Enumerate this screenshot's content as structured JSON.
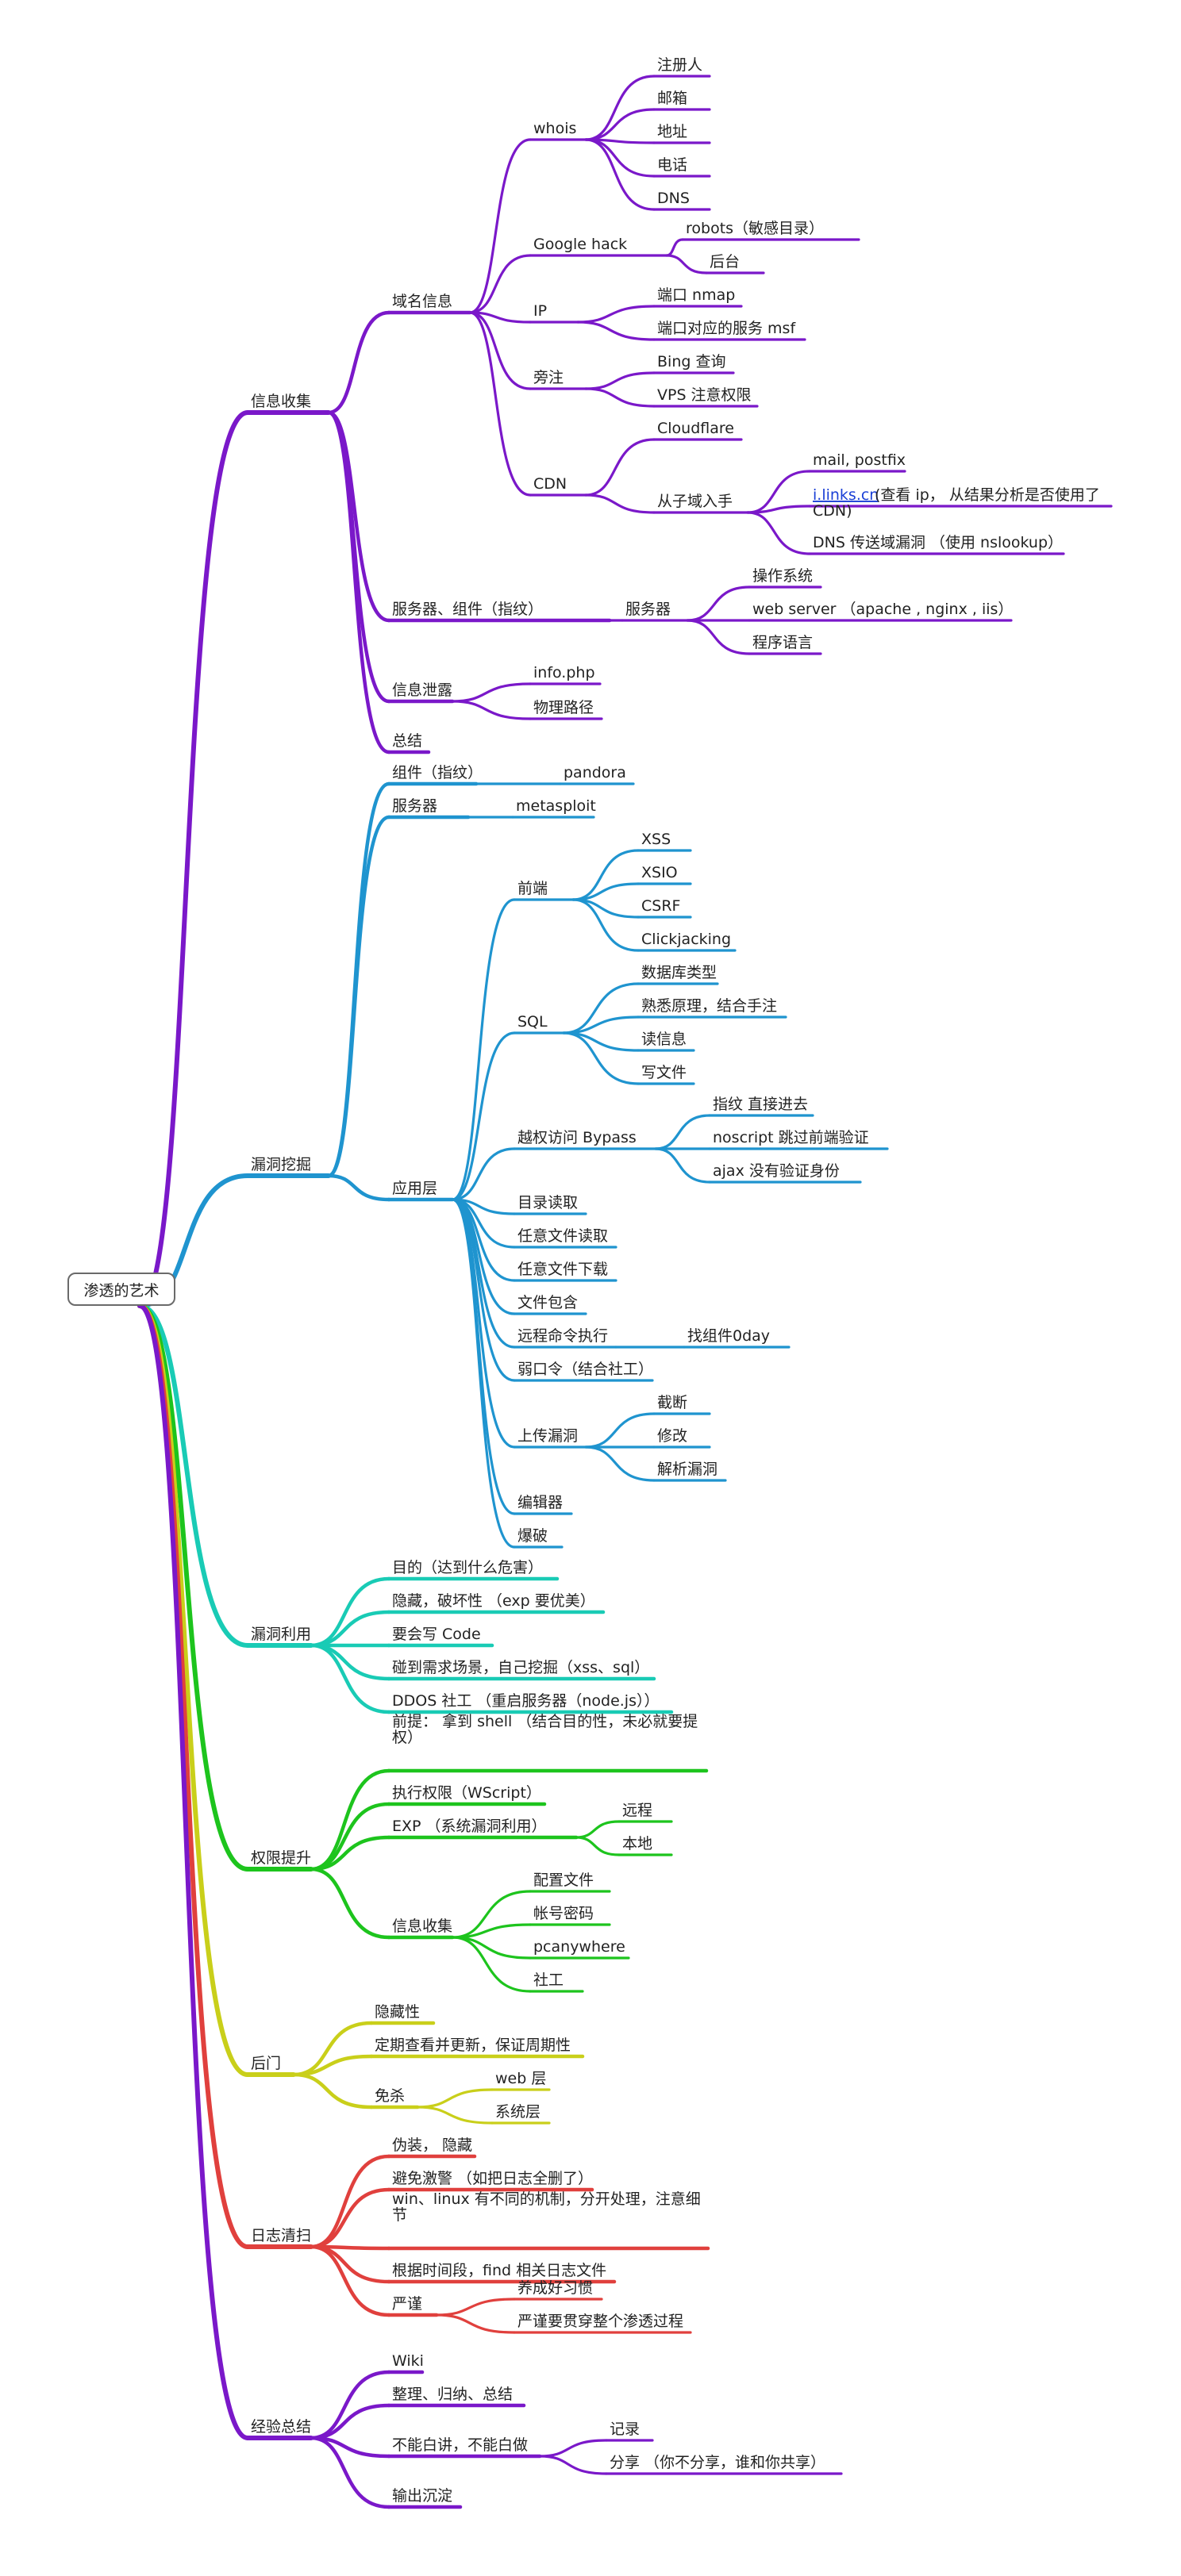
{
  "root": "渗透的艺术",
  "colors": {
    "信息收集": "#7a18c9",
    "漏洞挖掘": "#1f94cf",
    "漏洞利用": "#19cbb5",
    "权限提升": "#1dc41d",
    "后门": "#c9cf1a",
    "日志清扫": "#e0403d",
    "经验总结": "#7a18c9"
  },
  "branches": [
    {
      "id": "b1",
      "label": "信息收集",
      "color": "#7a18c9",
      "children": [
        {
          "id": "b1n1",
          "label": "域名信息",
          "children": [
            {
              "id": "b1n1a",
              "label": "whois",
              "children": [
                {
                  "id": "b1n1a1",
                  "label": "注册人"
                },
                {
                  "id": "b1n1a2",
                  "label": "邮箱"
                },
                {
                  "id": "b1n1a3",
                  "label": "地址"
                },
                {
                  "id": "b1n1a4",
                  "label": "电话"
                },
                {
                  "id": "b1n1a5",
                  "label": "DNS"
                }
              ]
            },
            {
              "id": "b1n1b",
              "label": "Google hack",
              "children": [
                {
                  "id": "b1n1b1",
                  "label": "robots（敏感目录）"
                },
                {
                  "id": "b1n1b2",
                  "label": "后台"
                }
              ]
            },
            {
              "id": "b1n1c",
              "label": "IP",
              "children": [
                {
                  "id": "b1n1c1",
                  "label": "端口 nmap"
                },
                {
                  "id": "b1n1c2",
                  "label": "端口对应的服务 msf"
                }
              ]
            },
            {
              "id": "b1n1d",
              "label": "旁注",
              "children": [
                {
                  "id": "b1n1d1",
                  "label": "Bing 查询"
                },
                {
                  "id": "b1n1d2",
                  "label": "VPS 注意权限"
                }
              ]
            },
            {
              "id": "b1n1e",
              "label": "CDN",
              "children": [
                {
                  "id": "b1n1e1",
                  "label": "Cloudflare"
                },
                {
                  "id": "b1n1e2",
                  "label": "从子域入手",
                  "children": [
                    {
                      "id": "b1n1e2a",
                      "label": "mail, postfix"
                    },
                    {
                      "id": "b1n1e2b",
                      "label": "i.links.cn",
                      "rest": " (查看 ip， 从结果分析是否使用了",
                      "line2": "CDN)"
                    },
                    {
                      "id": "b1n1e2c",
                      "label": "DNS 传送域漏洞 （使用 nslookup）"
                    }
                  ]
                }
              ]
            }
          ]
        },
        {
          "id": "b1n2",
          "label": "服务器、组件（指纹）",
          "children": [
            {
              "id": "b1n2a",
              "label": "服务器",
              "children": [
                {
                  "id": "b1n2a1",
                  "label": "操作系统"
                },
                {
                  "id": "b1n2a2",
                  "label": "web server （apache , nginx , iis）"
                },
                {
                  "id": "b1n2a3",
                  "label": "程序语言"
                }
              ]
            }
          ]
        },
        {
          "id": "b1n3",
          "label": "信息泄露",
          "children": [
            {
              "id": "b1n3a",
              "label": "info.php"
            },
            {
              "id": "b1n3b",
              "label": "物理路径"
            }
          ]
        },
        {
          "id": "b1n4",
          "label": "总结"
        }
      ]
    },
    {
      "id": "b2",
      "label": "漏洞挖掘",
      "color": "#1f94cf",
      "children": [
        {
          "id": "b2n1",
          "label": "组件（指纹）",
          "children": [
            {
              "id": "b2n1a",
              "label": "pandora"
            }
          ]
        },
        {
          "id": "b2n2",
          "label": "服务器",
          "children": [
            {
              "id": "b2n2a",
              "label": "metasploit"
            }
          ]
        },
        {
          "id": "b2n3",
          "label": "应用层",
          "children": [
            {
              "id": "b2n3a",
              "label": "前端",
              "children": [
                {
                  "id": "b2n3a1",
                  "label": "XSS"
                },
                {
                  "id": "b2n3a2",
                  "label": "XSIO"
                },
                {
                  "id": "b2n3a3",
                  "label": "CSRF"
                },
                {
                  "id": "b2n3a4",
                  "label": "Clickjacking"
                }
              ]
            },
            {
              "id": "b2n3b",
              "label": "SQL",
              "children": [
                {
                  "id": "b2n3b1",
                  "label": "数据库类型"
                },
                {
                  "id": "b2n3b2",
                  "label": "熟悉原理，结合手注"
                },
                {
                  "id": "b2n3b3",
                  "label": "读信息"
                },
                {
                  "id": "b2n3b4",
                  "label": "写文件"
                }
              ]
            },
            {
              "id": "b2n3c",
              "label": "越权访问 Bypass",
              "children": [
                {
                  "id": "b2n3c1",
                  "label": "指纹 直接进去"
                },
                {
                  "id": "b2n3c2",
                  "label": "noscript  跳过前端验证"
                },
                {
                  "id": "b2n3c3",
                  "label": "ajax 没有验证身份"
                }
              ]
            },
            {
              "id": "b2n3d",
              "label": "目录读取"
            },
            {
              "id": "b2n3e",
              "label": "任意文件读取"
            },
            {
              "id": "b2n3f",
              "label": "任意文件下载"
            },
            {
              "id": "b2n3g",
              "label": "文件包含"
            },
            {
              "id": "b2n3h",
              "label": "远程命令执行",
              "children": [
                {
                  "id": "b2n3h1",
                  "label": "找组件0day"
                }
              ]
            },
            {
              "id": "b2n3i",
              "label": "弱口令（结合社工）"
            },
            {
              "id": "b2n3j",
              "label": "上传漏洞",
              "children": [
                {
                  "id": "b2n3j1",
                  "label": "截断"
                },
                {
                  "id": "b2n3j2",
                  "label": "修改"
                },
                {
                  "id": "b2n3j3",
                  "label": "解析漏洞"
                }
              ]
            },
            {
              "id": "b2n3k",
              "label": "编辑器"
            },
            {
              "id": "b2n3l",
              "label": "爆破"
            }
          ]
        }
      ]
    },
    {
      "id": "b3",
      "label": "漏洞利用",
      "color": "#19cbb5",
      "children": [
        {
          "id": "b3n1",
          "label": "目的（达到什么危害）"
        },
        {
          "id": "b3n2",
          "label": "隐藏，破坏性 （exp 要优美）"
        },
        {
          "id": "b3n3",
          "label": "要会写 Code"
        },
        {
          "id": "b3n4",
          "label": "碰到需求场景，自己挖掘（xss、sql）"
        },
        {
          "id": "b3n5",
          "label": "DDOS 社工 （重启服务器（node.js））"
        }
      ]
    },
    {
      "id": "b4",
      "label": "权限提升",
      "color": "#1dc41d",
      "children": [
        {
          "id": "b4n1",
          "label": "前提： 拿到 shell （结合目的性，未必就要提",
          "line2": "权）"
        },
        {
          "id": "b4n2",
          "label": "执行权限（WScript）"
        },
        {
          "id": "b4n3",
          "label": "EXP （系统漏洞利用）",
          "children": [
            {
              "id": "b4n3a",
              "label": "远程"
            },
            {
              "id": "b4n3b",
              "label": "本地"
            }
          ]
        },
        {
          "id": "b4n4",
          "label": "信息收集",
          "children": [
            {
              "id": "b4n4a",
              "label": "配置文件"
            },
            {
              "id": "b4n4b",
              "label": "帐号密码"
            },
            {
              "id": "b4n4c",
              "label": "pcanywhere"
            },
            {
              "id": "b4n4d",
              "label": "社工"
            }
          ]
        }
      ]
    },
    {
      "id": "b5",
      "label": "后门",
      "color": "#c9cf1a",
      "children": [
        {
          "id": "b5n1",
          "label": "隐藏性"
        },
        {
          "id": "b5n2",
          "label": "定期查看并更新，保证周期性"
        },
        {
          "id": "b5n3",
          "label": "免杀",
          "children": [
            {
              "id": "b5n3a",
              "label": "web 层"
            },
            {
              "id": "b5n3b",
              "label": "系统层"
            }
          ]
        }
      ]
    },
    {
      "id": "b6",
      "label": "日志清扫",
      "color": "#e0403d",
      "children": [
        {
          "id": "b6n1",
          "label": "伪装， 隐藏"
        },
        {
          "id": "b6n2",
          "label": "避免激警 （如把日志全删了）"
        },
        {
          "id": "b6n3",
          "label": "win、linux 有不同的机制，分开处理，注意细",
          "line2": "节"
        },
        {
          "id": "b6n4",
          "label": "根据时间段，find 相关日志文件"
        },
        {
          "id": "b6n5",
          "label": "严谨",
          "children": [
            {
              "id": "b6n5a",
              "label": "养成好习惯"
            },
            {
              "id": "b6n5b",
              "label": "严谨要贯穿整个渗透过程"
            }
          ]
        }
      ]
    },
    {
      "id": "b7",
      "label": "经验总结",
      "color": "#7a18c9",
      "children": [
        {
          "id": "b7n1",
          "label": "Wiki"
        },
        {
          "id": "b7n2",
          "label": "整理、归纳、总结"
        },
        {
          "id": "b7n3",
          "label": "不能白讲，不能白做",
          "children": [
            {
              "id": "b7n3a",
              "label": "记录"
            },
            {
              "id": "b7n3b",
              "label": "分享 （你不分享，谁和你共享）"
            }
          ]
        },
        {
          "id": "b7n4",
          "label": "输出沉淀"
        }
      ]
    }
  ]
}
